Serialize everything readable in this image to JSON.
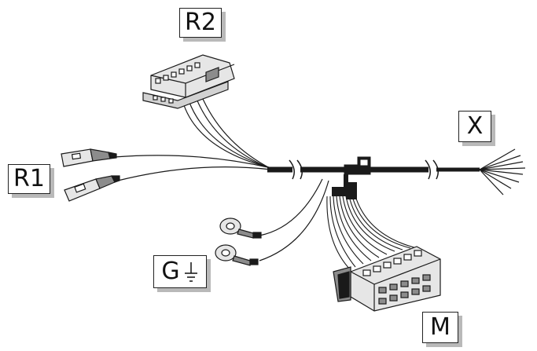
{
  "labels": {
    "r2": "R2",
    "r1": "R1",
    "x": "X",
    "g": "G",
    "m": "M"
  },
  "icons": {
    "ground": "ground-symbol-icon"
  },
  "colors": {
    "wire": "#1a1a1a",
    "connector_fill": "#e6e6e6",
    "connector_dark": "#8c8c8c",
    "label_shadow": "#b9b9b9"
  }
}
